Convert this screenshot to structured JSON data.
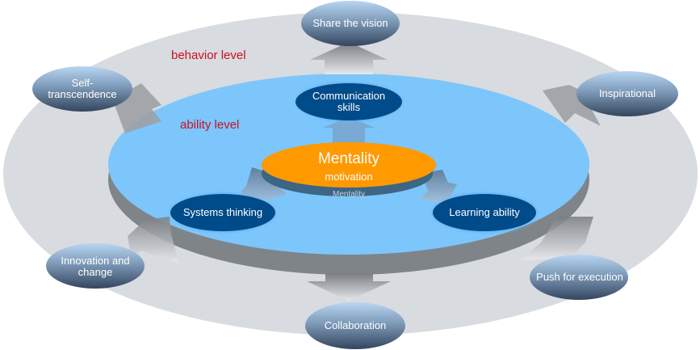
{
  "diagram": {
    "levels": {
      "behavior_label": "behavior level",
      "ability_label": "ability level"
    },
    "core": {
      "title": "Mentality",
      "subtitle": "motivation",
      "reflection": "Mentality"
    },
    "ability_nodes": [
      {
        "id": "communication",
        "label": "Communication skills"
      },
      {
        "id": "systems",
        "label": "Systems thinking"
      },
      {
        "id": "learning",
        "label": "Learning ability"
      }
    ],
    "behavior_nodes": [
      {
        "id": "share",
        "label": "Share the vision"
      },
      {
        "id": "inspirational",
        "label": "Inspirational"
      },
      {
        "id": "push",
        "label": "Push for execution"
      },
      {
        "id": "collaboration",
        "label": "Collaboration"
      },
      {
        "id": "innovation",
        "label": "Innovation and change"
      },
      {
        "id": "self",
        "label": "Self-transcendence"
      }
    ],
    "colors": {
      "outer_ring": "#d8dbdf",
      "ability_disc": "#7cc6fb",
      "disc_edge": "#7f8488",
      "core": "#ff9900",
      "ability_node": "#004b8a",
      "behavior_node_top": "#b4d2ee",
      "behavior_node_bottom": "#3c4c64",
      "level_text": "#cc1122"
    }
  }
}
